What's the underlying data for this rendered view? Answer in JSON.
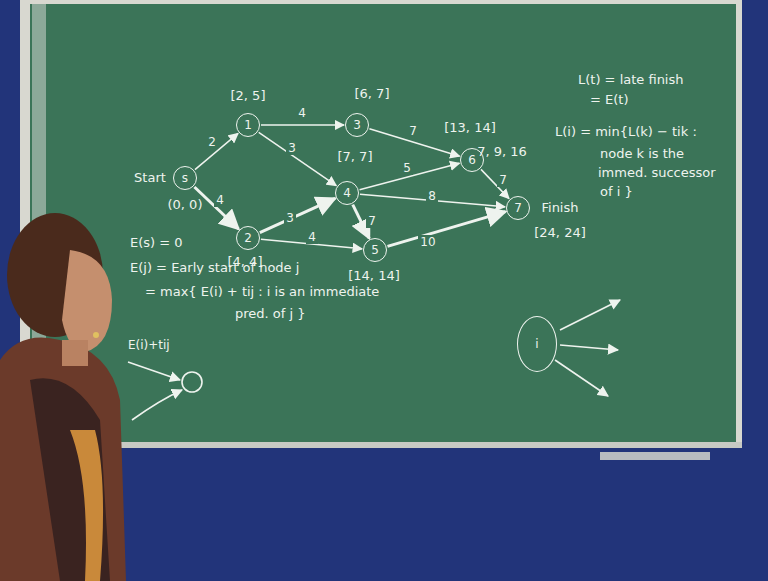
{
  "diagram": {
    "nodes": [
      {
        "text": [
          "s"
        ]
      },
      {
        "text": [
          "1"
        ]
      },
      {
        "text": [
          "2"
        ]
      },
      {
        "text": [
          "3"
        ]
      },
      {
        "text": [
          "4"
        ]
      },
      {
        "text": [
          "5"
        ]
      },
      {
        "text": [
          "6"
        ]
      },
      {
        "text": [
          "7"
        ]
      },
      {
        "text": [
          "i"
        ]
      }
    ],
    "edges": [
      {
        "from": 0,
        "to": 1,
        "arrow": "to",
        "label": "2"
      },
      {
        "from": 0,
        "to": 2,
        "arrow": "to",
        "label": "4"
      },
      {
        "from": 1,
        "to": 3,
        "arrow": "to",
        "label": "4"
      },
      {
        "from": 1,
        "to": 4,
        "arrow": "to",
        "label": "3"
      },
      {
        "from": 2,
        "to": 4,
        "arrow": "to",
        "label": "3"
      },
      {
        "from": 2,
        "to": 5,
        "arrow": "to",
        "label": "4"
      },
      {
        "from": 3,
        "to": 6,
        "arrow": "to",
        "label": "7"
      },
      {
        "from": 4,
        "to": 6,
        "arrow": "to",
        "label": "5"
      },
      {
        "from": 4,
        "to": 7,
        "arrow": "to",
        "label": "8"
      },
      {
        "from": 4,
        "to": 5,
        "arrow": "to",
        "label": "7"
      },
      {
        "from": 5,
        "to": 7,
        "arrow": "to",
        "label": "10"
      },
      {
        "from": 6,
        "to": 7,
        "arrow": "to",
        "label": "7"
      }
    ],
    "labels": [
      "Start",
      "(0, 0)",
      "[2, 5]",
      "[6, 7]",
      "[7, 7]",
      "[4, 4]",
      "[14, 14]",
      "[13, 14]",
      "7, 9, 16",
      "Finish",
      "[24, 24]",
      "L(t) = late finish",
      "= E(t)",
      "L(i) = min{L(k) − tik :",
      "node k is the",
      "immed. successor",
      "of i }",
      "E(s) = 0",
      "E(j) = Early start of node j",
      "= max{ E(i) + tij : i is an immediate",
      "pred. of j }",
      "E(i)+tij"
    ]
  }
}
